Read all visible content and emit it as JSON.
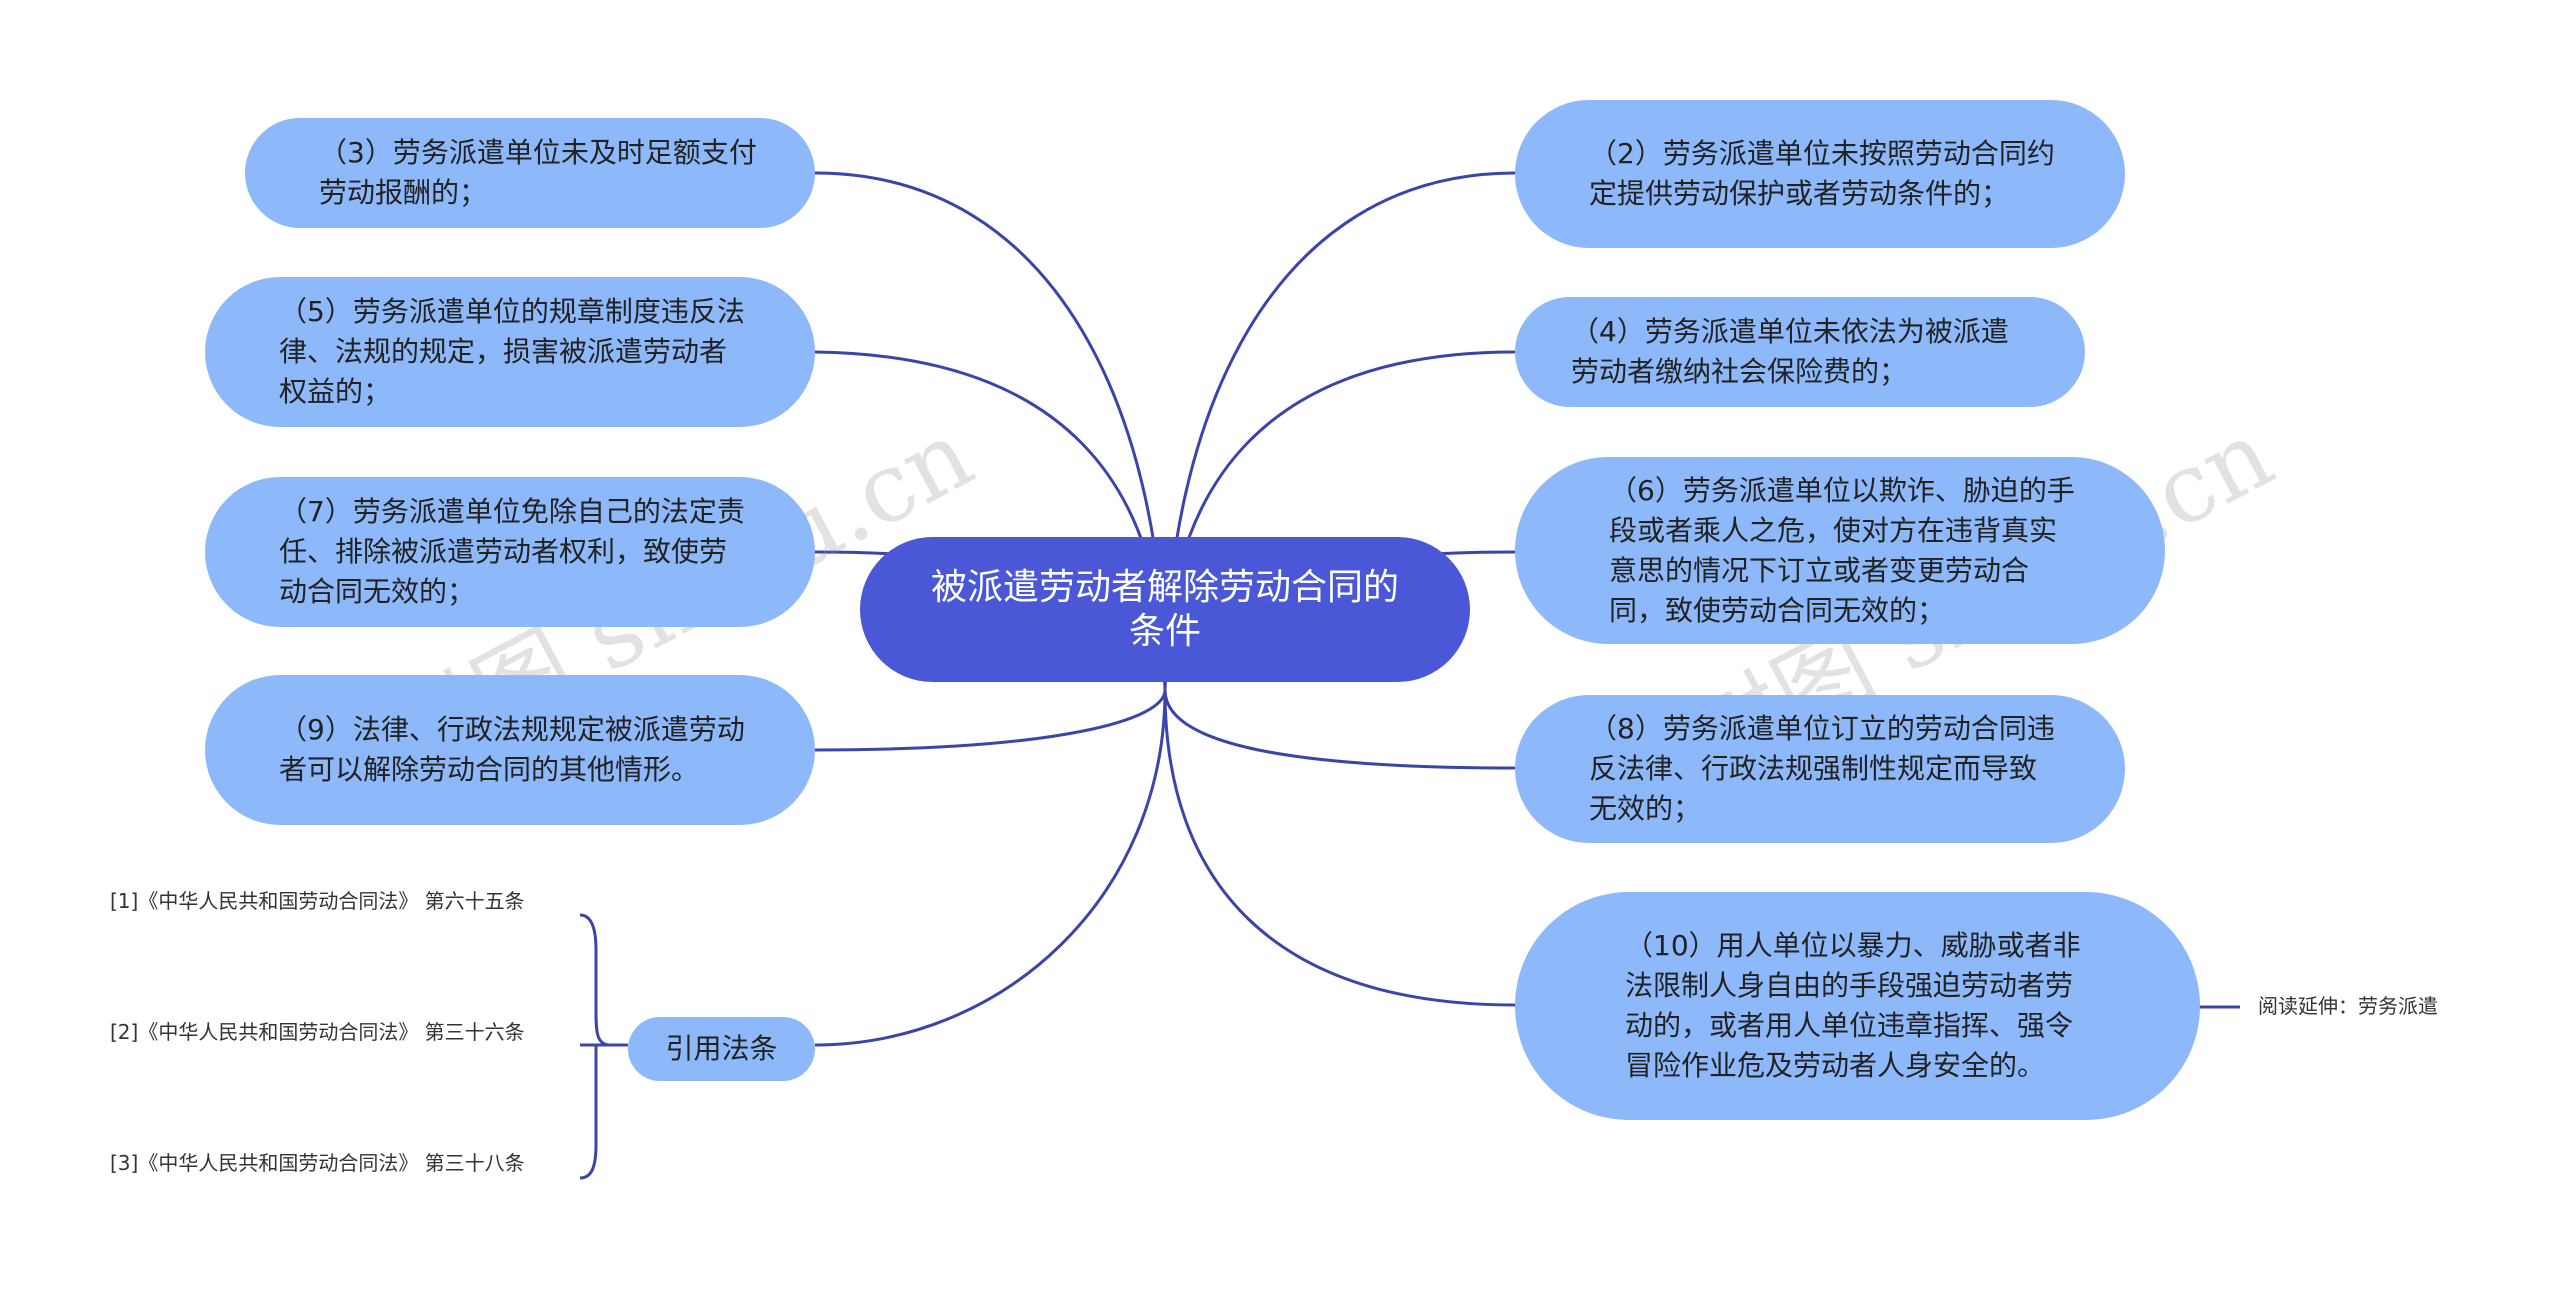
{
  "center": {
    "label": "被派遣劳动者解除劳动合同的条件"
  },
  "left_nodes": [
    {
      "label": "（3）劳务派遣单位未及时足额支付劳动报酬的；"
    },
    {
      "label": "（5）劳务派遣单位的规章制度违反法律、法规的规定，损害被派遣劳动者权益的；"
    },
    {
      "label": "（7）劳务派遣单位免除自己的法定责任、排除被派遣劳动者权利，致使劳动合同无效的；"
    },
    {
      "label": "（9）法律、行政法规规定被派遣劳动者可以解除劳动合同的其他情形。"
    }
  ],
  "right_nodes": [
    {
      "label": "（2）劳务派遣单位未按照劳动合同约定提供劳动保护或者劳动条件的；"
    },
    {
      "label": "（4）劳务派遣单位未依法为被派遣劳动者缴纳社会保险费的；"
    },
    {
      "label": "（6）劳务派遣单位以欺诈、胁迫的手段或者乘人之危，使对方在违背真实意思的情况下订立或者变更劳动合同，致使劳动合同无效的；"
    },
    {
      "label": "（8）劳务派遣单位订立的劳动合同违反法律、行政法规强制性规定而导致无效的；"
    },
    {
      "label": "（10）用人单位以暴力、威胁或者非法限制人身自由的手段强迫劳动者劳动的，或者用人单位违章指挥、强令冒险作业危及劳动者人身安全的。"
    }
  ],
  "citation": {
    "label": "引用法条",
    "items": [
      {
        "label": "[1]《中华人民共和国劳动合同法》 第六十五条"
      },
      {
        "label": "[2]《中华人民共和国劳动合同法》 第三十六条"
      },
      {
        "label": "[3]《中华人民共和国劳动合同法》 第三十八条"
      }
    ]
  },
  "extension": {
    "label": "阅读延伸：劳务派遣"
  },
  "watermark": {
    "text": "树图 shutu.cn"
  },
  "colors": {
    "center_fill": "#4a57d6",
    "node_fill": "#8db8fa",
    "line": "#3b44a8"
  }
}
